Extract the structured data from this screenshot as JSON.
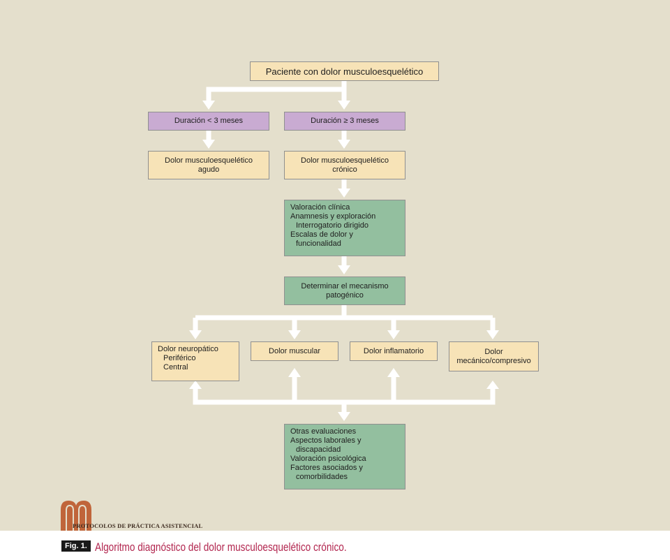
{
  "diagram": {
    "start": "Paciente con dolor musculoesquelético",
    "dur_short": "Duración < 3 meses",
    "dur_long": "Duración ≥ 3 meses",
    "acute": [
      "Dolor musculoesquelético",
      "agudo"
    ],
    "chronic": [
      "Dolor musculoesquelético",
      "crónico"
    ],
    "clinical": [
      "Valoración clínica",
      "Anamnesis y exploración",
      "Interrogatorio dirigido",
      "Escalas de dolor y",
      "funcionalidad"
    ],
    "mechanism": [
      "Determinar el mecanismo",
      "patogénico"
    ],
    "neuro": [
      "Dolor neuropático",
      "Periférico",
      "Central"
    ],
    "muscular": "Dolor muscular",
    "inflam": "Dolor inflamatorio",
    "mech": [
      "Dolor",
      "mecánico/compresivo"
    ],
    "other": [
      "Otras evaluaciones",
      "Aspectos laborales y",
      "discapacidad",
      "Valoración psicológica",
      "Factores asociados y",
      "comorbilidades"
    ]
  },
  "footer": {
    "brand": "PROTOCOLOS DE PRÁCTICA ASISTENCIAL",
    "fig_label": "Fig. 1.",
    "caption": "Algoritmo diagnóstico del dolor musculoesquelético crónico."
  },
  "colors": {
    "background": "#e4dfcc",
    "cream": "#f7e3b7",
    "purple": "#c9abd2",
    "green": "#93bf9f",
    "caption": "#b2264f"
  }
}
